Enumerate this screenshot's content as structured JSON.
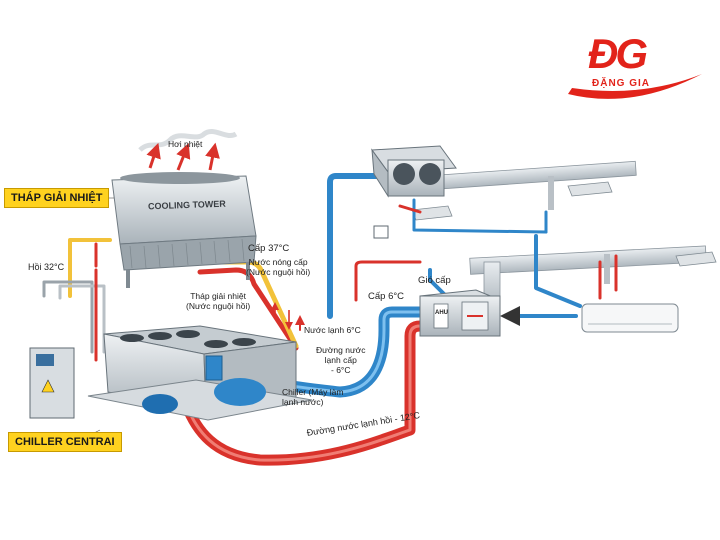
{
  "logo": {
    "mark": "ĐG",
    "text": "ĐẶNG GIA",
    "color": "#e2231a"
  },
  "badges": {
    "cooling_tower": "THÁP GIẢI NHIỆT",
    "chiller": "CHILLER CENTRAI"
  },
  "tower": {
    "name": "COOLING TOWER",
    "heat": "Hơi nhiệt"
  },
  "labels": {
    "return_32": "Hồi 32°C",
    "supply_37": "Cấp 37°C",
    "hot_water_supply": "Nước nóng cấp\n(Nước nguội hồi)",
    "tower_note": "Tháp giải nhiệt\n(Nước nguội hồi)",
    "cold_water_6": "Nước lạnh 6°C",
    "cold_supply_line": "Đường nước\nlạnh cấp\n- 6°C",
    "chiller_desc": "Chiller (Máy làm\nlạnh nước)",
    "cold_return_line": "Đường nước lạnh hồi - 12°C",
    "supply_6": "Cấp 6°C",
    "supply_air": "Gió cấp",
    "ahu": "AHU"
  },
  "colors": {
    "hot_pipe": "#d9322b",
    "cold_pipe": "#2f86c9",
    "yellow_pipe": "#f2c23a",
    "duct": "#c9cfd6",
    "badge": "#ffd21f"
  }
}
